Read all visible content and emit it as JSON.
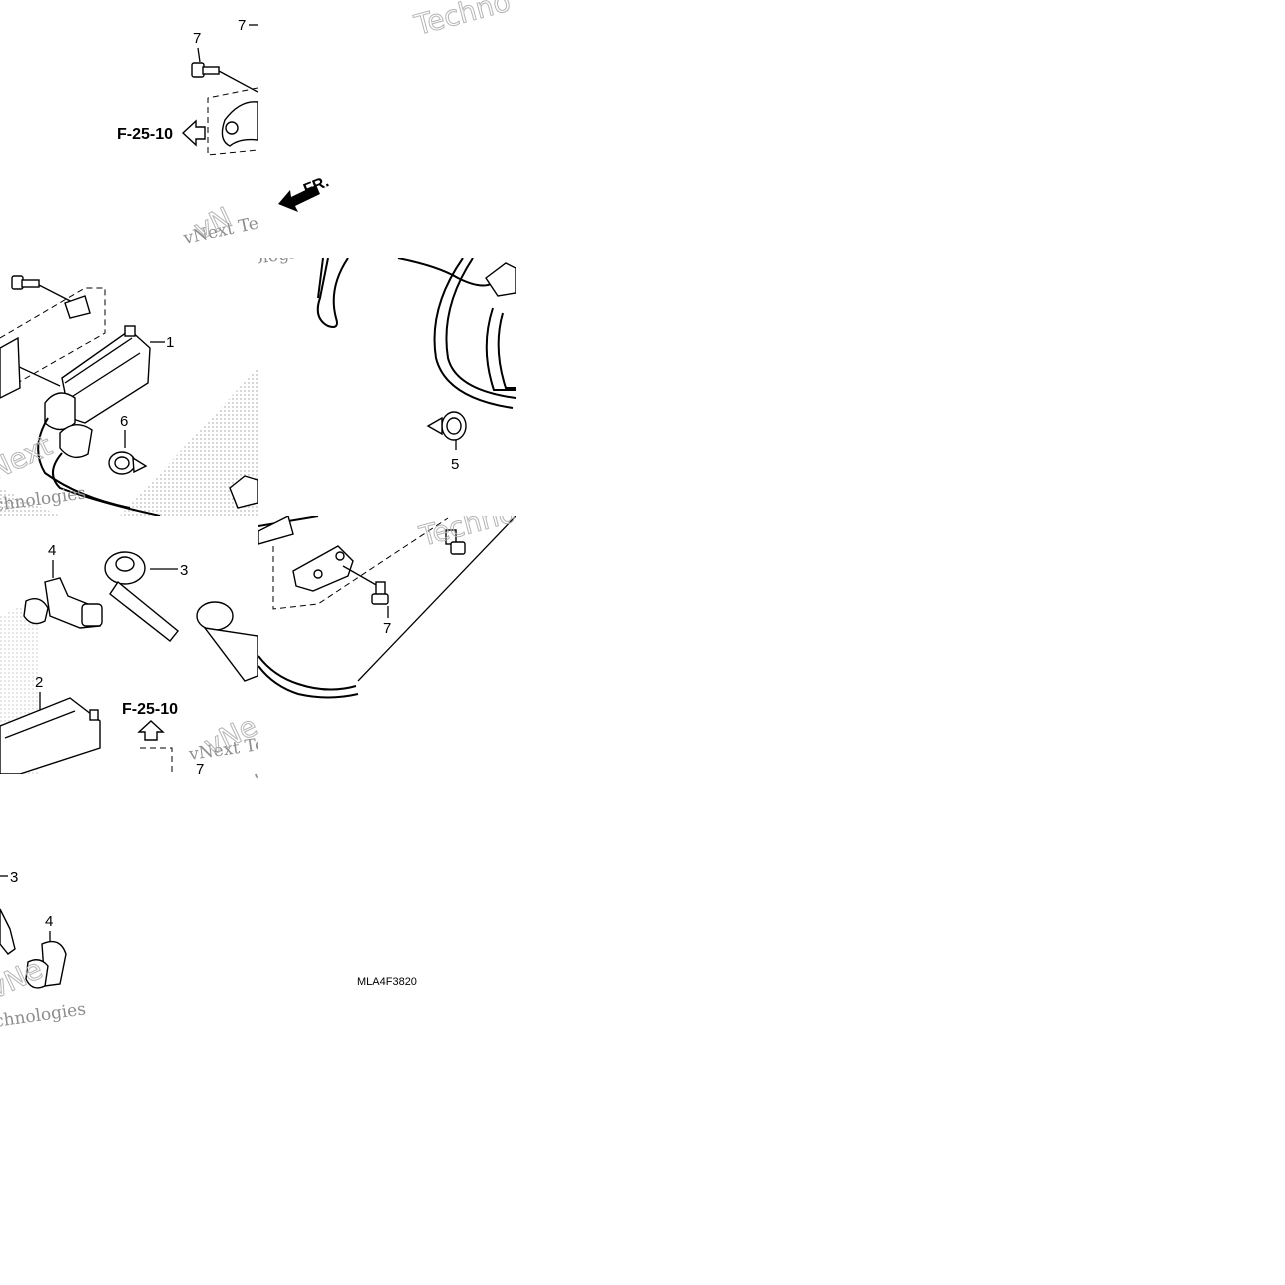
{
  "diagram": {
    "drawing_code": "MLA4F3820",
    "direction_marker": "FR.",
    "reference_labels": [
      "F-25-10",
      "F-25-10"
    ],
    "callouts": {
      "tile_top_left": [
        "7",
        "7"
      ],
      "tile_mid_left": [
        "1",
        "6"
      ],
      "tile_mid_right": [
        "5"
      ],
      "tile_bot_left": [
        "4",
        "3",
        "2",
        "7"
      ],
      "tile_bot_right": [
        "7"
      ],
      "tile_lower_left": [
        "3",
        "4"
      ]
    },
    "watermarks": {
      "w1": "Techno",
      "w2": "vNext Tec",
      "w3": "ologies",
      "w4": "Next",
      "w5": "chnologies",
      "w6": "Techno",
      "w7": "vNe",
      "w8": "vNext Tec",
      "w9": "ologies",
      "w10": "chnologies",
      "w11": "vNe"
    }
  }
}
